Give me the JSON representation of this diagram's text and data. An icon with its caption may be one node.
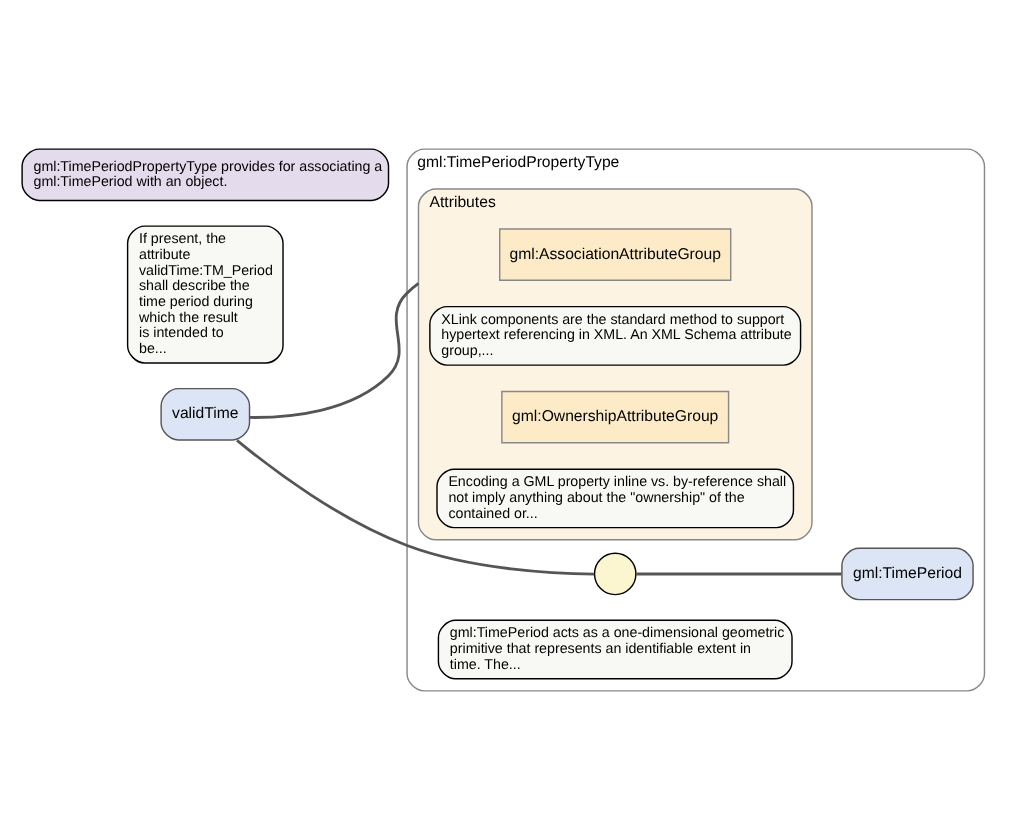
{
  "diagram": {
    "nodes": [
      {
        "text": [
          "validTime"
        ]
      },
      {
        "text": [
          "If present, the attribute validTime:TM_Period shall describe the time period during which the result is intended to be..."
        ]
      },
      {
        "text": [
          "gml:TimePeriodPropertyType"
        ]
      },
      {
        "text": [
          "Attributes"
        ],
        "in": 2
      },
      {
        "text": [
          "gml:AssociationAttributeGroup"
        ],
        "in": 3
      },
      {
        "text": [
          "XLink components are the standard method to support hypertext referencing in XML. An XML Schema attribute group,..."
        ],
        "in": 3
      },
      {
        "text": [
          "gml:OwnershipAttributeGroup"
        ],
        "in": 3
      },
      {
        "text": [
          "Encoding a GML property inline vs. by-reference shall not imply anything about the \"ownership\" of the contained or..."
        ],
        "in": 3
      },
      {
        "text": [],
        "shape": "circle",
        "in": 2
      },
      {
        "text": [
          "gml:TimePeriod"
        ],
        "in": 2
      },
      {
        "text": [
          "gml:TimePeriod acts as a one-dimensional geometric primitive that represents an identifiable extent in time. The..."
        ],
        "in": 2
      },
      {
        "text": [
          "gml:TimePeriodPropertyType provides for associating a gml:TimePeriod with an object."
        ]
      }
    ],
    "edges": [
      {
        "from": 0,
        "to": 3,
        "arrow": "none"
      },
      {
        "from": 0,
        "to": 8,
        "arrow": "none"
      },
      {
        "from": 8,
        "to": 9,
        "arrow": "none"
      }
    ]
  }
}
